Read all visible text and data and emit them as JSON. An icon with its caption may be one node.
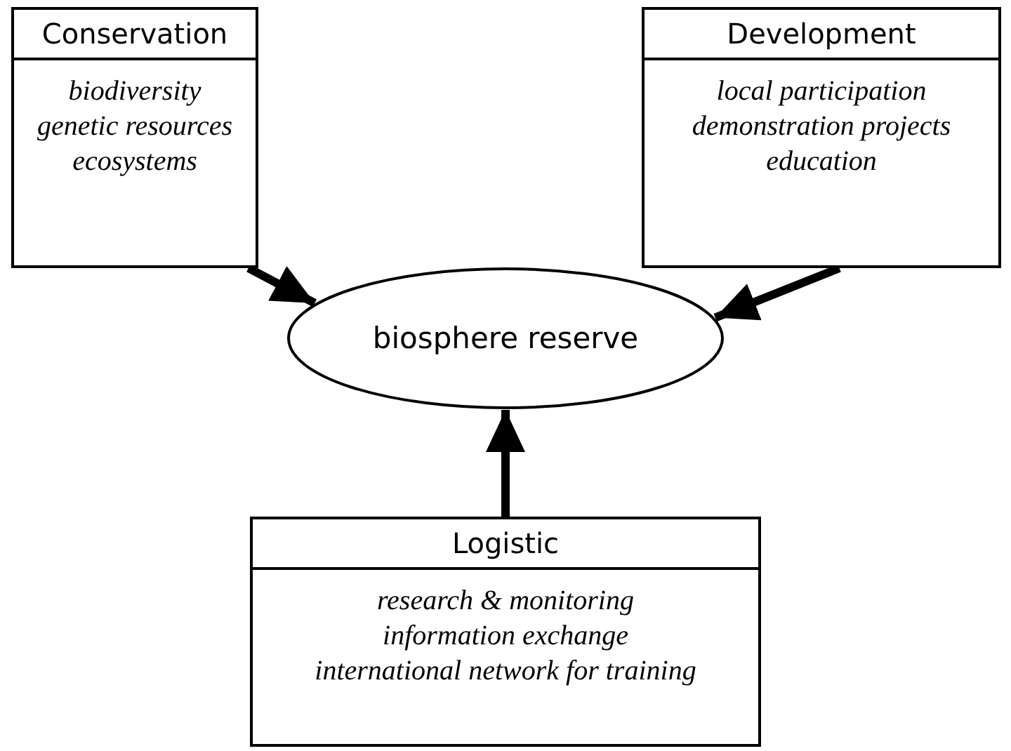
{
  "diagram": {
    "nodes": [
      {
        "text": [
          "Conservation",
          "biodiversity",
          "genetic resources",
          "ecosystems"
        ]
      },
      {
        "text": [
          "Development",
          "local participation",
          "demonstration projects",
          "education"
        ]
      },
      {
        "text": [
          "biosphere reserve"
        ]
      },
      {
        "text": [
          "Logistic",
          "research & monitoring",
          "information exchange",
          "international network for training"
        ]
      }
    ],
    "edges": [
      {
        "from": 0,
        "to": 2,
        "arrow": "to"
      },
      {
        "from": 1,
        "to": 2,
        "arrow": "to"
      },
      {
        "from": 3,
        "to": 2,
        "arrow": "to"
      }
    ]
  }
}
